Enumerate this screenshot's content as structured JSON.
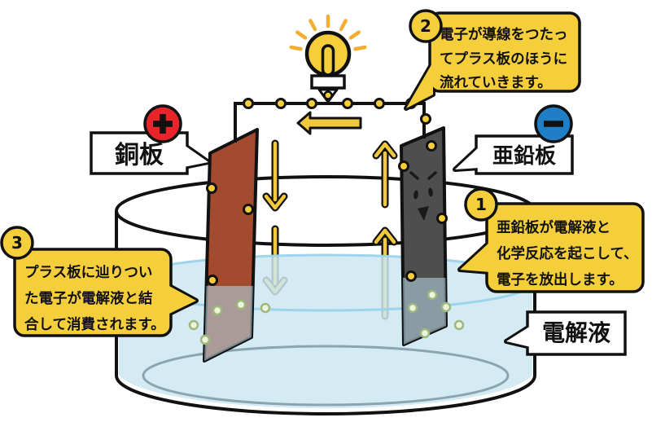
{
  "diagram": {
    "subject": "voltaic-cell-diagram",
    "labels": {
      "copper_plate": "銅板",
      "zinc_plate": "亜鉛板",
      "electrolyte": "電解液",
      "plus_sign": "+",
      "minus_sign": "−"
    },
    "callouts": [
      {
        "number": "1",
        "lines": [
          "亜鉛板が電解液と",
          "化学反応を起こして、",
          "電子を放出します。"
        ]
      },
      {
        "number": "2",
        "lines": [
          "電子が導線をつたっ",
          "てプラス板のほうに",
          "流れていきます。"
        ]
      },
      {
        "number": "3",
        "lines": [
          "プラス板に辿りつい",
          "た電子が電解液と結",
          "合して消費されます。"
        ]
      }
    ],
    "icons": [
      "light-bulb-icon",
      "plus-icon",
      "minus-icon",
      "electron-dot",
      "left-arrow",
      "down-arrow",
      "up-arrow"
    ],
    "colors": {
      "callout_yellow": "#F5CE3B",
      "arrow_yellow": "#F1C83E",
      "copper_plate": "#A24B2E",
      "zinc_plate": "#4E4E4E",
      "electrolyte_blue": "#CDE8F2",
      "plus_red": "#E8242A",
      "minus_blue": "#1F7EC6",
      "outline_black": "#111111"
    }
  }
}
